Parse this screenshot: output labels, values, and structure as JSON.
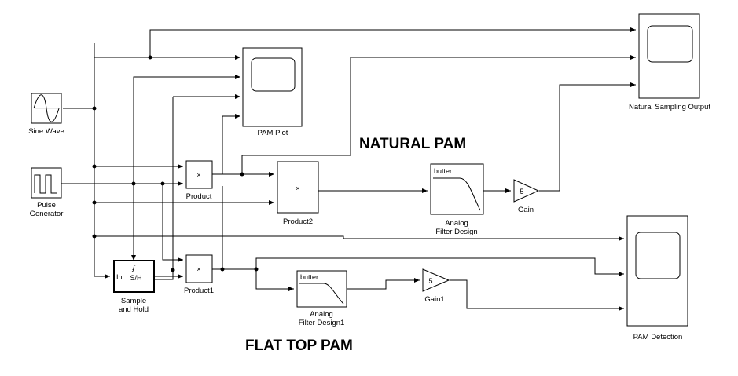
{
  "titles": {
    "natural": "NATURAL PAM",
    "flat_top": "FLAT TOP PAM"
  },
  "blocks": {
    "sine_wave": "Sine Wave",
    "pulse_generator": [
      "Pulse",
      "Generator"
    ],
    "pam_plot": "PAM Plot",
    "natural_sampling_output": "Natural Sampling Output",
    "product": "Product",
    "product_symbol": "×",
    "product2": "Product2",
    "product2_symbol": "×",
    "product1": "Product1",
    "product1_symbol": "×",
    "analog_filter": [
      "Analog",
      "Filter Design"
    ],
    "analog_filter_tag": "butter",
    "analog_filter1": [
      "Analog",
      "Filter Design1"
    ],
    "analog_filter1_tag": "butter",
    "gain": "Gain",
    "gain_value": "5",
    "gain1": "Gain1",
    "gain1_value": "5",
    "sample_hold": [
      "Sample",
      "and Hold"
    ],
    "sample_hold_in": "In",
    "sample_hold_sh": "S/H",
    "pam_detection": "PAM Detection"
  }
}
